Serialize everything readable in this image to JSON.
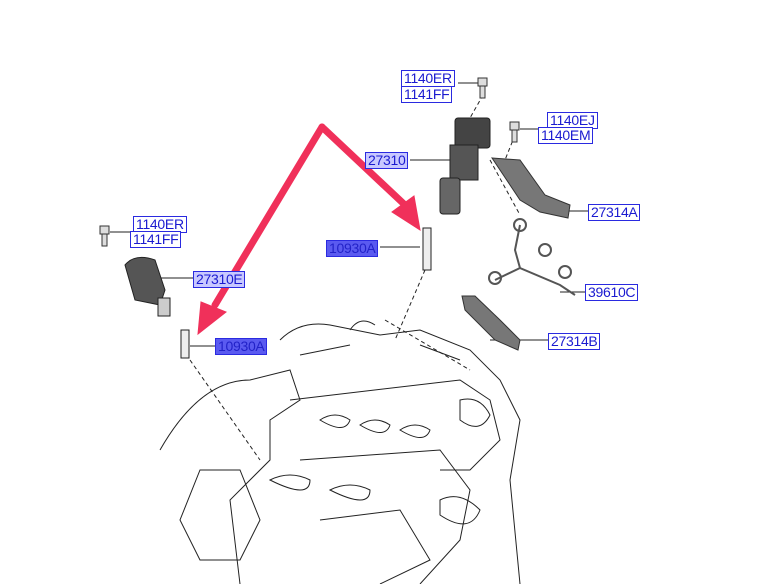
{
  "labels": {
    "top_bolt_a": "1140ER",
    "top_bolt_b": "1141FF",
    "bracket_bolt_a": "1140EJ",
    "bracket_bolt_b": "1140EM",
    "coil_main": "27310",
    "bracket_a": "27314A",
    "spark_plug_right": "10930A",
    "left_bolt_a": "1140ER",
    "left_bolt_b": "1141FF",
    "coil_left": "27310E",
    "harness": "39610C",
    "bracket_b": "27314B",
    "spark_plug_left": "10930A"
  },
  "colors": {
    "label": "#1a1ad0",
    "highlight": "#5a5af0",
    "arrow": "#f0305a"
  }
}
